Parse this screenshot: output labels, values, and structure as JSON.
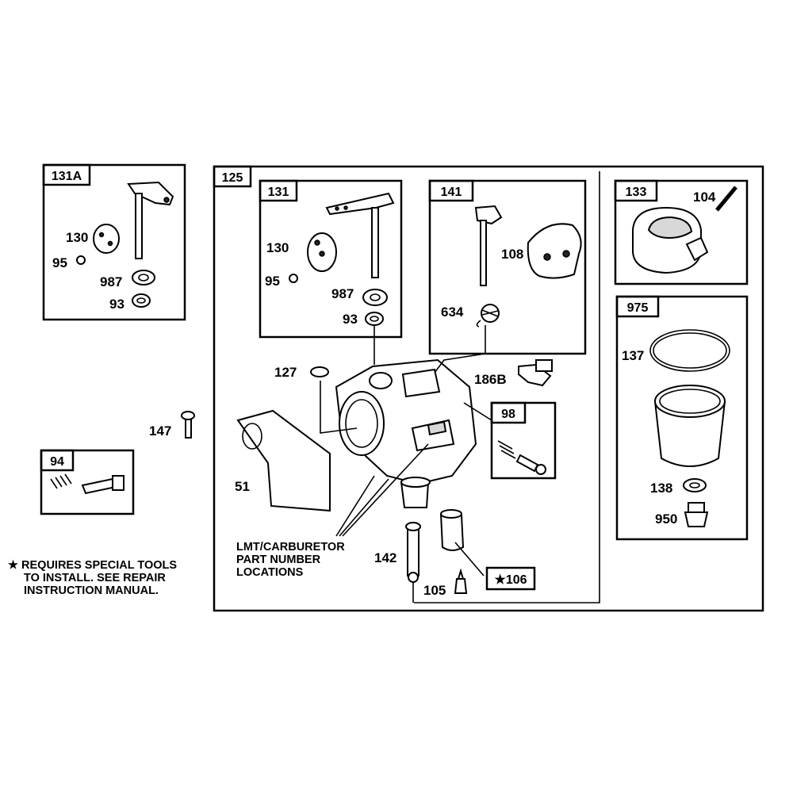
{
  "boxes": {
    "b131A": "131A",
    "b125": "125",
    "b131": "131",
    "b141": "141",
    "b133": "133",
    "b975": "975",
    "b98": "98",
    "b94": "94",
    "b106": "★106"
  },
  "parts": {
    "p130a": "130",
    "p95a": "95",
    "p987a": "987",
    "p93a": "93",
    "p130b": "130",
    "p95b": "95",
    "p987b": "987",
    "p93b": "93",
    "p108": "108",
    "p634": "634",
    "p104": "104",
    "p137": "137",
    "p138": "138",
    "p950": "950",
    "p127": "127",
    "p186B": "186B",
    "p147": "147",
    "p51": "51",
    "p142": "142",
    "p105": "105"
  },
  "callout": {
    "line1": "LMT/CARBURETOR",
    "line2": "PART NUMBER",
    "line3": "LOCATIONS"
  },
  "note": {
    "line1": "★ REQUIRES SPECIAL TOOLS",
    "line2": "TO INSTALL.  SEE REPAIR",
    "line3": "INSTRUCTION MANUAL."
  }
}
